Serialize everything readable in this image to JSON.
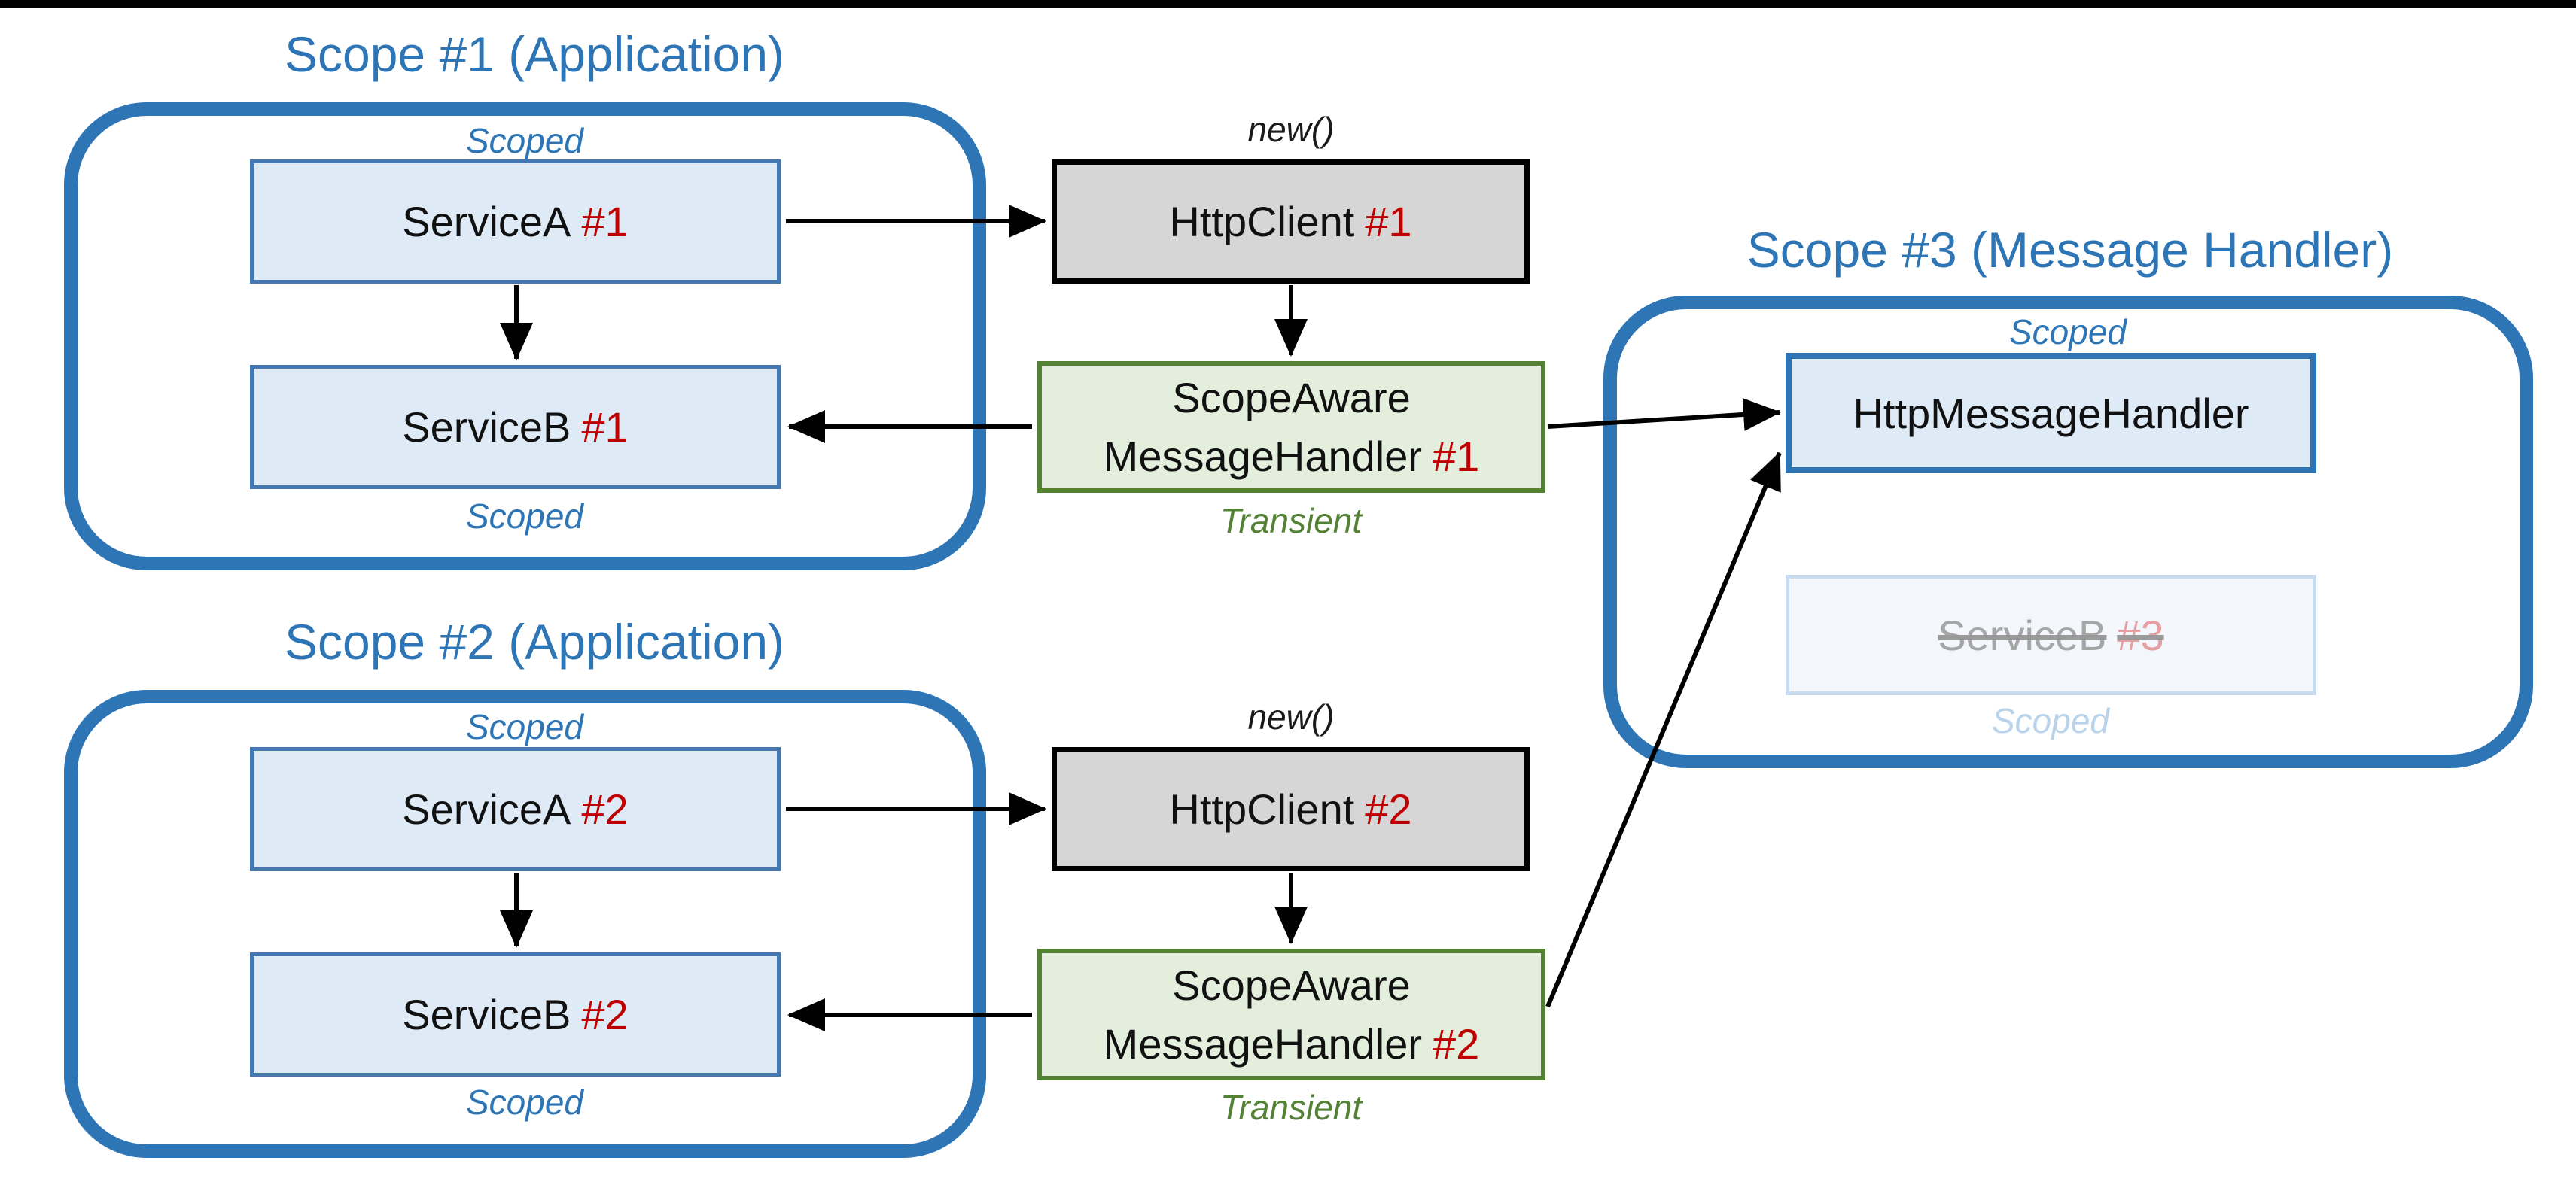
{
  "labels": {
    "scoped": "Scoped",
    "transient": "Transient",
    "new_call": "new()"
  },
  "colors": {
    "accent_blue": "#2e75b6",
    "node_blue_fill": "#deeaf6",
    "node_blue_border": "#4578b0",
    "node_gray_fill": "#d6d6d6",
    "node_green_fill": "#e3eedc",
    "green_border": "#548235",
    "instance_red": "#c00000",
    "faded_fill": "#f3f7fc",
    "faded_text": "#a6a6a6",
    "arrow_black": "#000000",
    "top_bar": "#000000"
  },
  "scope1": {
    "title": "Scope #1 (Application)",
    "service_a": {
      "name": "ServiceA",
      "instance": "#1"
    },
    "service_b": {
      "name": "ServiceB",
      "instance": "#1"
    }
  },
  "scope2": {
    "title": "Scope #2 (Application)",
    "service_a": {
      "name": "ServiceA",
      "instance": "#2"
    },
    "service_b": {
      "name": "ServiceB",
      "instance": "#2"
    }
  },
  "scope3": {
    "title": "Scope #3 (Message Handler)",
    "http_message_handler": {
      "name": "HttpMessageHandler"
    },
    "disposed_service": {
      "name": "ServiceB",
      "instance": "#3"
    }
  },
  "pipeline1": {
    "http_client": {
      "name": "HttpClient",
      "instance": "#1"
    },
    "message_handler": {
      "line1": "ScopeAware",
      "line2": "MessageHandler",
      "instance": "#1"
    }
  },
  "pipeline2": {
    "http_client": {
      "name": "HttpClient",
      "instance": "#2"
    },
    "message_handler": {
      "line1": "ScopeAware",
      "line2": "MessageHandler",
      "instance": "#2"
    }
  },
  "edges": [
    {
      "from": "service-a-1",
      "to": "http-client-1"
    },
    {
      "from": "service-a-1",
      "to": "service-b-1"
    },
    {
      "from": "http-client-1",
      "to": "scope-aware-handler-1"
    },
    {
      "from": "scope-aware-handler-1",
      "to": "service-b-1"
    },
    {
      "from": "scope-aware-handler-1",
      "to": "http-message-handler"
    },
    {
      "from": "service-a-2",
      "to": "http-client-2"
    },
    {
      "from": "service-a-2",
      "to": "service-b-2"
    },
    {
      "from": "http-client-2",
      "to": "scope-aware-handler-2"
    },
    {
      "from": "scope-aware-handler-2",
      "to": "service-b-2"
    },
    {
      "from": "scope-aware-handler-2",
      "to": "http-message-handler"
    }
  ]
}
